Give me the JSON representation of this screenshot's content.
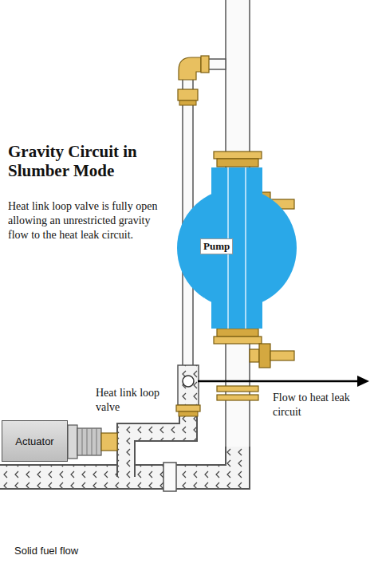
{
  "diagram": {
    "title": "Gravity Circuit in Slumber Mode",
    "nodes": [
      {
        "text": [
          "Pump"
        ]
      },
      {
        "text": [
          "Actuator"
        ]
      }
    ],
    "labels": [
      "Heat link loop valve is fully open allowing an unrestricted gravity flow to the heat leak circuit.",
      "Heat link loop valve",
      "Flow to heat leak circuit",
      "Solid fuel flow"
    ]
  }
}
